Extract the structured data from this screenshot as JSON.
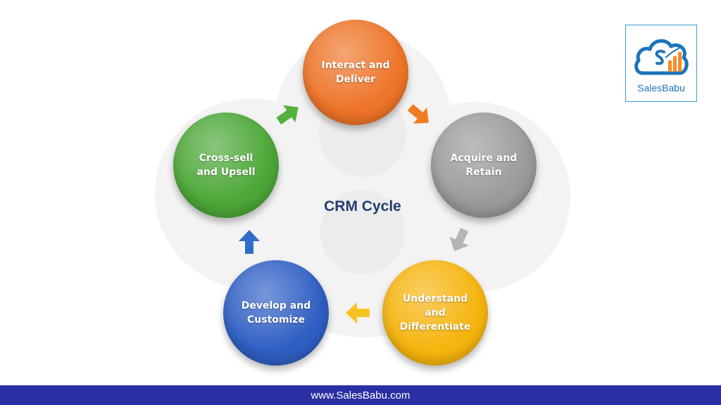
{
  "diagram": {
    "center_title": "CRM Cycle",
    "nodes": [
      {
        "id": "interact",
        "label": "Interact and\nDeliver",
        "color": "#ee7428"
      },
      {
        "id": "acquire",
        "label": "Acquire and\nRetain",
        "color": "#9a9a9a"
      },
      {
        "id": "understand",
        "label": "Understand\nand\nDifferentiate",
        "color": "#f6b40d"
      },
      {
        "id": "develop",
        "label": "Develop and\nCustomize",
        "color": "#2f5fc4"
      },
      {
        "id": "crosssell",
        "label": "Cross-sell\nand Upsell",
        "color": "#4ca737"
      }
    ],
    "arrow_colors": {
      "interact_to_acquire": "#f07d22",
      "acquire_to_understand": "#b5b5b5",
      "understand_to_develop": "#f7c324",
      "develop_to_crosssell": "#2f6cc9",
      "crosssell_to_interact": "#52b13a"
    }
  },
  "logo": {
    "text": "SalesBabu",
    "border_color": "#3c9bd6",
    "icon": "cloud-chart-icon"
  },
  "footer": {
    "url": "www.SalesBabu.com",
    "background": "#2a2fa3"
  }
}
